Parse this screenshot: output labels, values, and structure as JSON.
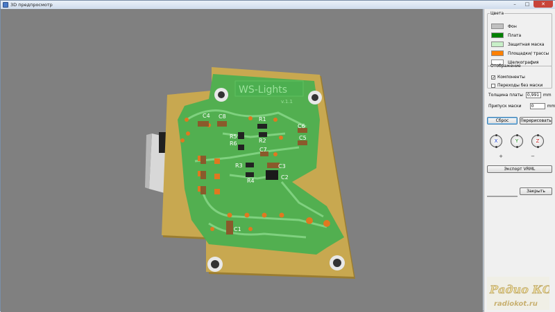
{
  "window": {
    "title": "3D предпросмотр",
    "controls": {
      "minimize": "–",
      "maximize": "□",
      "close": "✕"
    }
  },
  "colors_group": {
    "legend": "Цвета",
    "items": [
      {
        "label": "Фон",
        "color": "#c0c0c0"
      },
      {
        "label": "Плата",
        "color": "#008000"
      },
      {
        "label": "Защитная маска",
        "color": "#c8f0c8"
      },
      {
        "label": "Площадки/ трассы",
        "color": "#ff8000"
      },
      {
        "label": "Шелкография",
        "color": "#ffffff"
      }
    ]
  },
  "display_group": {
    "legend": "Отображение",
    "components": {
      "label": "Компоненты",
      "checked": true,
      "mark": "✓"
    },
    "vias_no_mask": {
      "label": "Переходы без маски",
      "checked": false,
      "mark": ""
    }
  },
  "board_thickness": {
    "label": "Толщина платы",
    "value": "0,991",
    "unit": "mm"
  },
  "mask_margin": {
    "label": "Припуск маски",
    "value": "0",
    "unit": "mm"
  },
  "buttons": {
    "reset": "Сброс",
    "redraw": "Перерисовать",
    "export_vrml": "Экспорт VRML",
    "close": "Закрыть"
  },
  "axes": {
    "x": "X",
    "y": "Y",
    "z": "Z"
  },
  "zoom": {
    "in": "+",
    "out": "−"
  },
  "pcb": {
    "title": "WS-Lights",
    "version": "v.1.1",
    "labels": {
      "c4": "C4",
      "c8": "C8",
      "r1": "R1",
      "r5": "R5",
      "r2": "R2",
      "r6": "R6",
      "c6": "C6",
      "c5": "C5",
      "c7": "C7",
      "r3": "R3",
      "c3": "C3",
      "r4": "R4",
      "c2": "C2",
      "c1": "C1"
    },
    "colors": {
      "board": "#c8a850",
      "mask": "#4caf50",
      "pad": "#e07820",
      "silk": "#ffffff",
      "background": "#808080"
    }
  },
  "watermark": {
    "logo_text": "Радио КОТ",
    "site": "radiokot.ru"
  }
}
